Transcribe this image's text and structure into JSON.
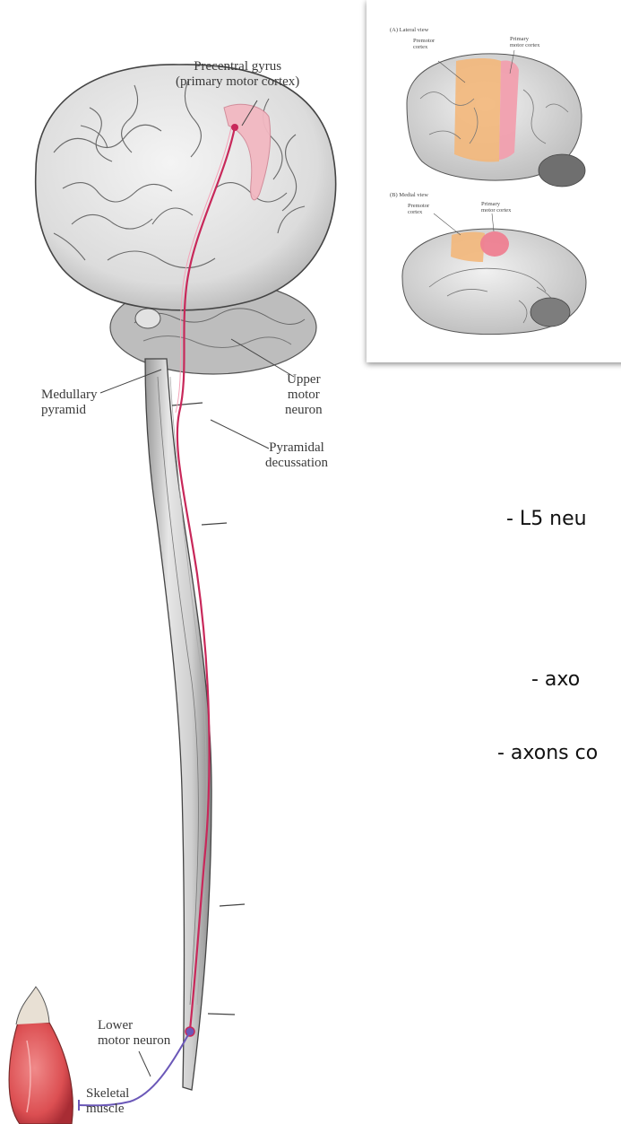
{
  "labels": {
    "precentral_line1": "Precentral gyrus",
    "precentral_line2": "(primary motor cortex)",
    "upper_line1": "Upper",
    "upper_line2": "motor",
    "upper_line3": "neuron",
    "medullary_line1": "Medullary",
    "medullary_line2": "pyramid",
    "pyramidal_line1": "Pyramidal",
    "pyramidal_line2": "decussation",
    "lower_line1": "Lower",
    "lower_line2": "motor neuron",
    "skeletal_line1": "Skeletal",
    "skeletal_line2": "muscle"
  },
  "inset": {
    "lateral_title": "(A) Lateral view",
    "lateral_premotor_1": "Premotor",
    "lateral_premotor_2": "cortex",
    "lateral_primary_1": "Primary",
    "lateral_primary_2": "motor cortex",
    "medial_title": "(B) Medial view",
    "medial_premotor_1": "Premotor",
    "medial_premotor_2": "cortex",
    "medial_primary_1": "Primary",
    "medial_primary_2": "motor cortex"
  },
  "bullets": {
    "b1": "- L5 neu",
    "b2": "- axo",
    "b3": "- axons co"
  },
  "colors": {
    "tract": "#c8285a",
    "lower_neuron": "#6b58b8",
    "motor_cortex": "#f2b8c2",
    "muscle": "#e05a5a",
    "premotor": "#f3b77a"
  }
}
